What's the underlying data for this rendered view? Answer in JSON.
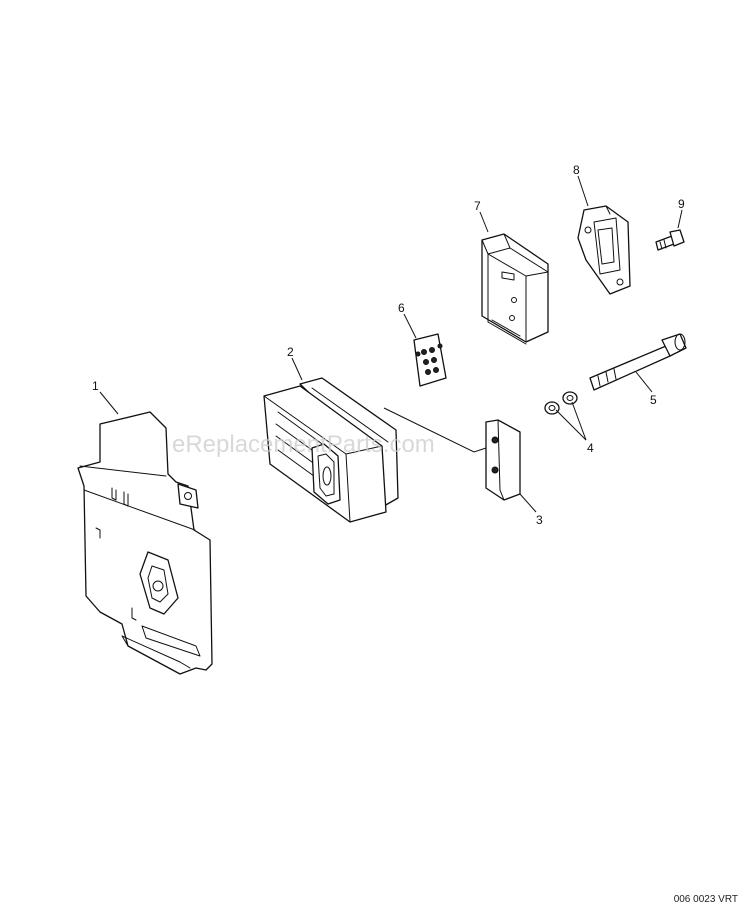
{
  "watermark": "eReplacementParts.com",
  "drawing_code": "006 0023 VRT",
  "callouts": [
    {
      "id": "1",
      "label": "1"
    },
    {
      "id": "2",
      "label": "2"
    },
    {
      "id": "3",
      "label": "3"
    },
    {
      "id": "4",
      "label": "4"
    },
    {
      "id": "5",
      "label": "5"
    },
    {
      "id": "6",
      "label": "6"
    },
    {
      "id": "7",
      "label": "7"
    },
    {
      "id": "8",
      "label": "8"
    },
    {
      "id": "9",
      "label": "9"
    }
  ]
}
